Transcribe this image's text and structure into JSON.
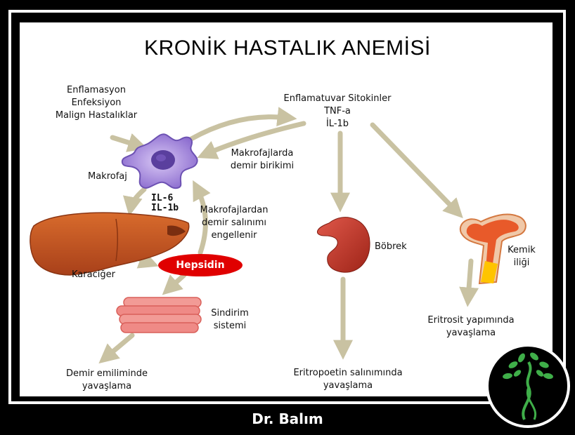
{
  "title": "KRONİK HASTALIK ANEMİSİ",
  "causes": [
    "Enflamasyon",
    "Enfeksiyon",
    "Malign Hastalıklar"
  ],
  "cytokines": [
    "Enflamatuvar Sitokinler",
    "TNF-a",
    "İL-1b"
  ],
  "macrophage_label": "Makrofaj",
  "macrophage_iron_label": [
    "Makrofajlarda",
    "demir birikimi"
  ],
  "interleukins": [
    "IL-6",
    "IL-1b"
  ],
  "iron_release_label": [
    "Makrofajlardan",
    "demir salınımı",
    "engellenir"
  ],
  "liver_label": "Karaciğer",
  "hepcidin_label": "Hepsidin",
  "digestive_label": [
    "Sindirim",
    "sistemi"
  ],
  "iron_absorption_label": [
    "Demir emiliminde",
    "yavaşlama"
  ],
  "kidney_label": "Böbrek",
  "epo_label": [
    "Eritropoetin salınımında",
    "yavaşlama"
  ],
  "marrow_label": [
    "Kemik",
    "iliği"
  ],
  "erythro_label": [
    "Eritrosit yapımında",
    "yavaşlama"
  ],
  "footer": "Dr. Balım",
  "colors": {
    "arrow": "#c9c2a2",
    "hepcidin": "#e00000",
    "liver": "#c8561e",
    "kidney": "#c0392b",
    "macrophage": "#9b7fd6",
    "intestine": "#f08a8a",
    "marrow": "#e85a2a",
    "logo_green": "#3fae49"
  },
  "icons": [
    "macrophage-cell-icon",
    "liver-icon",
    "intestine-icon",
    "kidney-icon",
    "bone-marrow-icon",
    "tree-dna-logo-icon"
  ]
}
